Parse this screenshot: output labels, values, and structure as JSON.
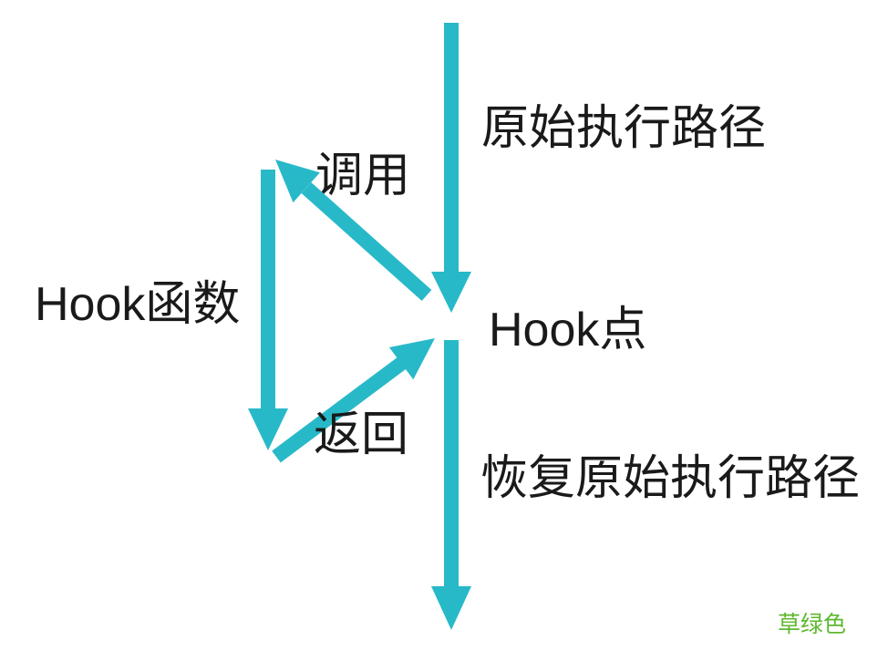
{
  "colors": {
    "arrow": "#28b9c9",
    "text": "#1a1a1a",
    "note_green": "#5eb82e",
    "background": "#ffffff"
  },
  "labels": {
    "original_path": "原始执行路径",
    "hook_point": "Hook点",
    "call": "调用",
    "hook_function": "Hook函数",
    "return": "返回",
    "restore_path": "恢复原始执行路径",
    "color_note": "草绿色"
  },
  "arrows": [
    {
      "name": "original-execution-down",
      "from": "program-start",
      "to": "hook-point",
      "direction": "down",
      "label": "原始执行路径"
    },
    {
      "name": "call-to-hook-function",
      "from": "hook-point",
      "to": "hook-function-start",
      "direction": "up-left",
      "label": "调用"
    },
    {
      "name": "hook-function-execution",
      "from": "hook-function-start",
      "to": "hook-function-end",
      "direction": "down",
      "label": "Hook函数"
    },
    {
      "name": "return-to-hook-point",
      "from": "hook-function-end",
      "to": "hook-point",
      "direction": "up-right",
      "label": "返回"
    },
    {
      "name": "restore-execution-down",
      "from": "hook-point",
      "to": "program-end",
      "direction": "down",
      "label": "恢复原始执行路径"
    }
  ]
}
